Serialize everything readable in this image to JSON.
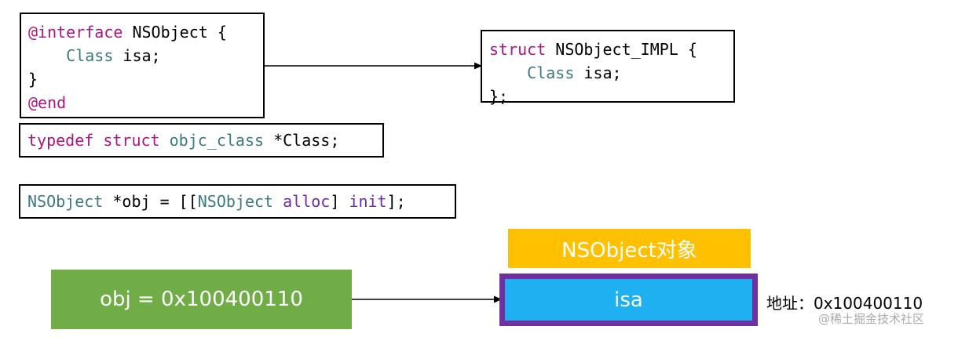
{
  "interface_block": {
    "l1_kw": "@interface",
    "l1_rest": " NSObject {",
    "l2_indent": "    ",
    "l2_type": "Class",
    "l2_rest": " isa;",
    "l3": "}",
    "l4_kw": "@end"
  },
  "struct_block": {
    "l1_kw": "struct",
    "l1_rest": " NSObject_IMPL {",
    "l2_indent": "    ",
    "l2_type": "Class",
    "l2_rest": " isa;",
    "l3": "};"
  },
  "typedef_block": {
    "kw1": "typedef",
    "sp1": " ",
    "kw2": "struct",
    "sp2": " ",
    "type": "objc_class",
    "rest": " *Class;"
  },
  "alloc_block": {
    "t1": "NSObject",
    "t2": " *obj = [[",
    "t3": "NSObject",
    "t4": " ",
    "t5": "alloc",
    "t6": "] ",
    "t7": "init",
    "t8": "];"
  },
  "object_title": "NSObject对象",
  "isa_label": "isa",
  "pointer_label": "obj = 0x100400110",
  "address_label": "地址：0x100400110",
  "watermark": "@稀土掘金技术社区",
  "colors": {
    "green": "#70ad47",
    "orange": "#ffc000",
    "blue": "#1eb0f0",
    "purple": "#7030a0",
    "keyword": "#b0157f",
    "type": "#3d7a80",
    "class": "#6e2aa8"
  }
}
